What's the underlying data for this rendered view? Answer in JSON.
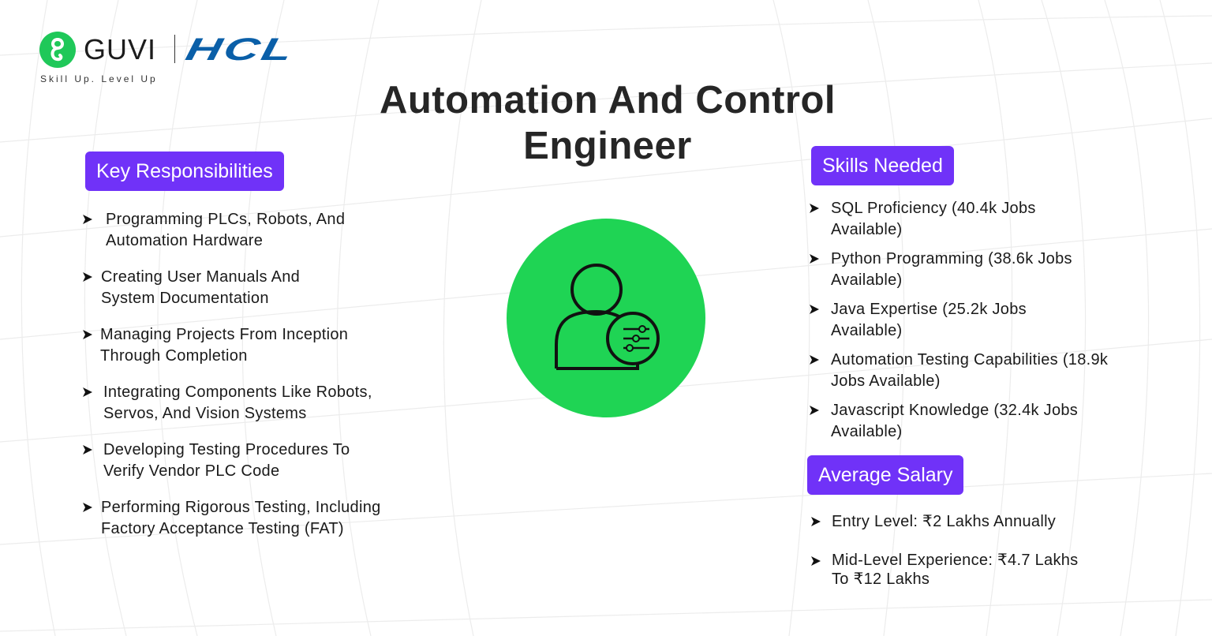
{
  "brand": {
    "logo_name": "GUVI",
    "partner_name": "HCL",
    "tagline": "Skill Up. Level Up",
    "colors": {
      "guvi_green": "#1fc859",
      "hcl_blue": "#0a5fa8",
      "accent_purple": "#7032f8",
      "icon_circle_green": "#1fd454"
    }
  },
  "title": {
    "line1": "Automation And Control",
    "line2": "Engineer"
  },
  "key_responsibilities": {
    "heading": "Key Responsibilities",
    "items": [
      {
        "line1": "Programming PLCs, Robots, And",
        "line2": "Automation Hardware"
      },
      {
        "line1": "Creating User Manuals And",
        "line2": "System Documentation"
      },
      {
        "line1": "Managing Projects From Inception",
        "line2": "Through Completion"
      },
      {
        "line1": "Integrating Components Like Robots,",
        "line2": "Servos, And Vision Systems"
      },
      {
        "line1": "Developing Testing Procedures To",
        "line2": "Verify Vendor PLC Code"
      },
      {
        "line1": "Performing Rigorous Testing, Including",
        "line2": "Factory Acceptance Testing (FAT)"
      }
    ]
  },
  "center_icon": {
    "icon": "user-settings-icon"
  },
  "skills_needed": {
    "heading": "Skills Needed",
    "items": [
      {
        "line1": "SQL Proficiency (40.4k Jobs",
        "line2": "Available)"
      },
      {
        "line1": "Python Programming (38.6k Jobs",
        "line2": "Available)"
      },
      {
        "line1": "Java Expertise (25.2k Jobs",
        "line2": "Available)"
      },
      {
        "line1": "Automation Testing Capabilities (18.9k",
        "line2": "Jobs Available)"
      },
      {
        "line1": "Javascript Knowledge (32.4k Jobs",
        "line2": "Available)"
      }
    ]
  },
  "average_salary": {
    "heading": "Average Salary",
    "items": [
      {
        "line1": "Entry Level: ₹2 Lakhs Annually",
        "line2": ""
      },
      {
        "line1": "Mid-Level Experience: ₹4.7 Lakhs",
        "line2": "To ₹12 Lakhs"
      }
    ]
  }
}
